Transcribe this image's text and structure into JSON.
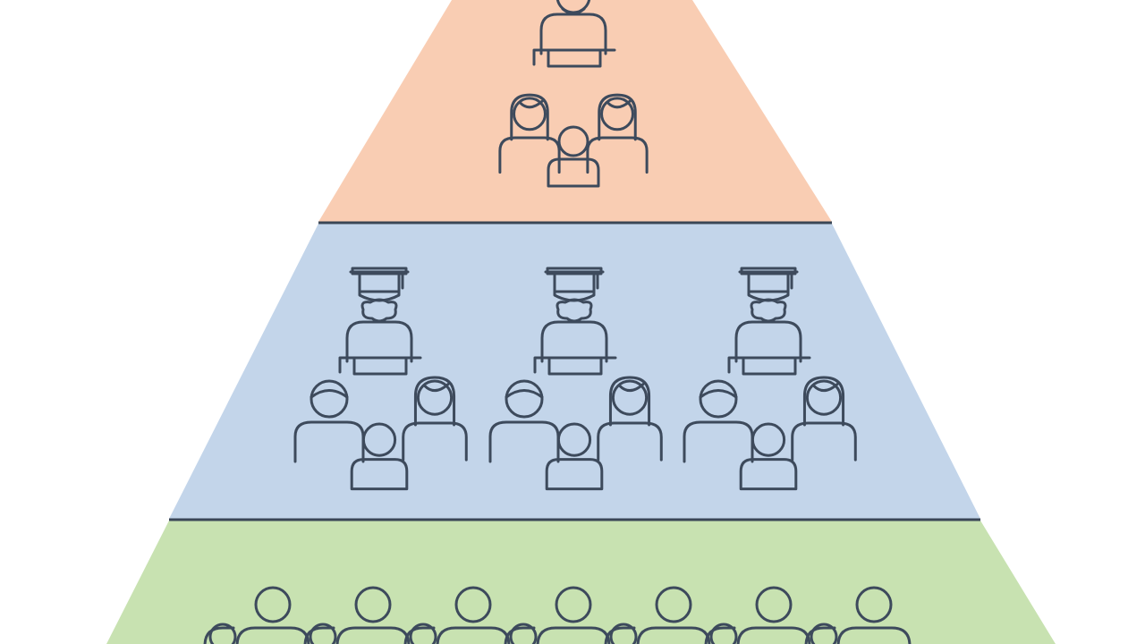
{
  "diagram": {
    "type": "pyramid",
    "tiers": [
      {
        "id": "top",
        "fill_color": "#f9cdb3",
        "groups": [
          {
            "teacher": "plain",
            "students": [
              "female",
              "male",
              "female"
            ]
          }
        ]
      },
      {
        "id": "middle",
        "fill_color": "#c3d5ea",
        "groups": [
          {
            "teacher": "graduate",
            "students": [
              "male-side",
              "male",
              "female"
            ]
          },
          {
            "teacher": "graduate",
            "students": [
              "male",
              "male",
              "female"
            ]
          },
          {
            "teacher": "graduate",
            "students": [
              "male",
              "male",
              "female"
            ]
          }
        ]
      },
      {
        "id": "bottom",
        "fill_color": "#c8e2b1",
        "people_count": 7
      }
    ],
    "line_color": "#3d4a5c",
    "divider_color": "#3a4656"
  }
}
